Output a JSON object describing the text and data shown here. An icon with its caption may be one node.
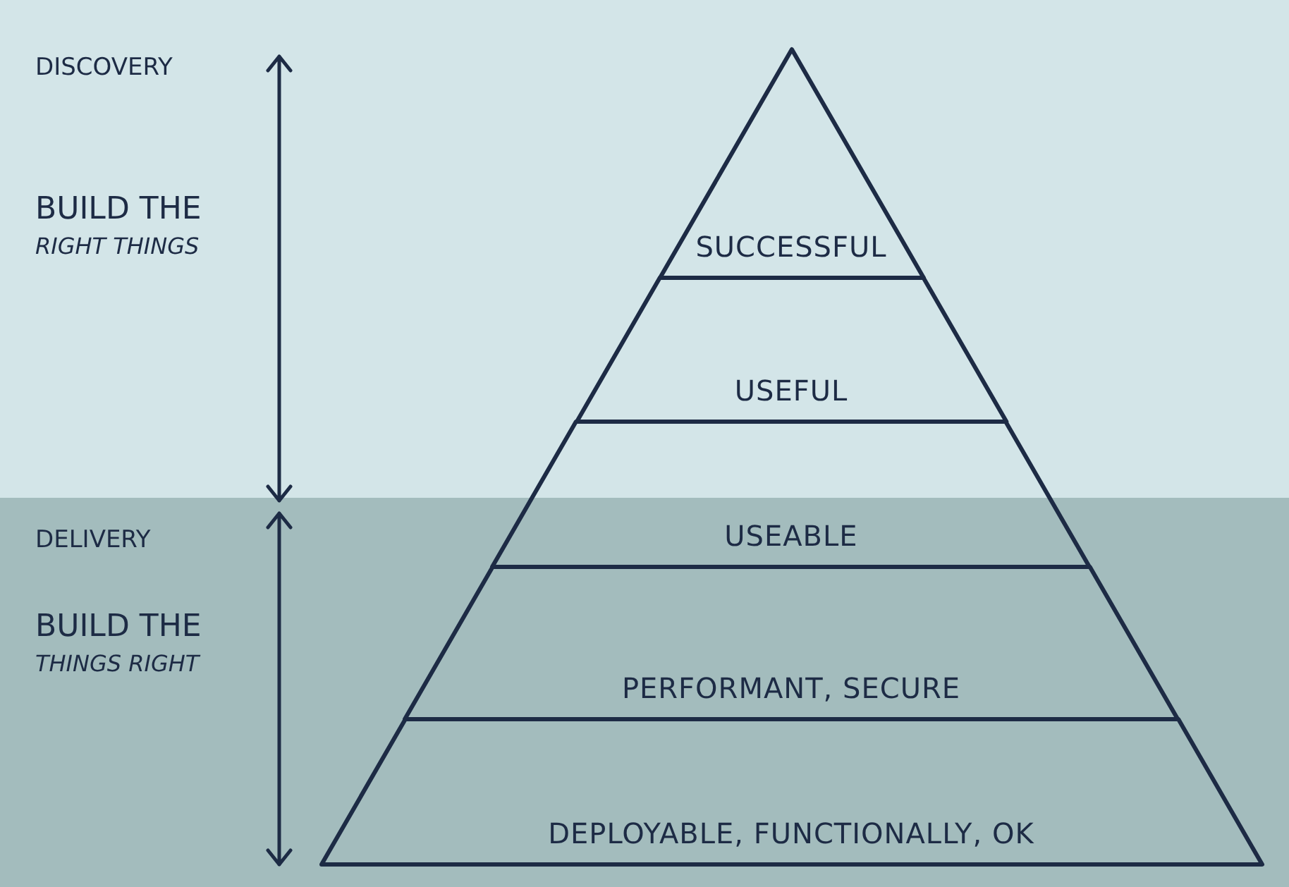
{
  "diagram": {
    "nodes": [
      {
        "text": [
          "SUCCESSFUL"
        ]
      },
      {
        "text": [
          "USEFUL"
        ]
      },
      {
        "text": [
          "USEABLE"
        ]
      },
      {
        "text": [
          "PERFORMANT, SECURE"
        ]
      },
      {
        "text": [
          "DEPLOYABLE, FUNCTIONALLY, OK"
        ]
      }
    ],
    "edges": [],
    "labels": [
      "DISCOVERY",
      "BUILD THE *RIGHT THINGS*",
      "DELIVERY",
      "BUILD THE *THINGS RIGHT*"
    ]
  }
}
